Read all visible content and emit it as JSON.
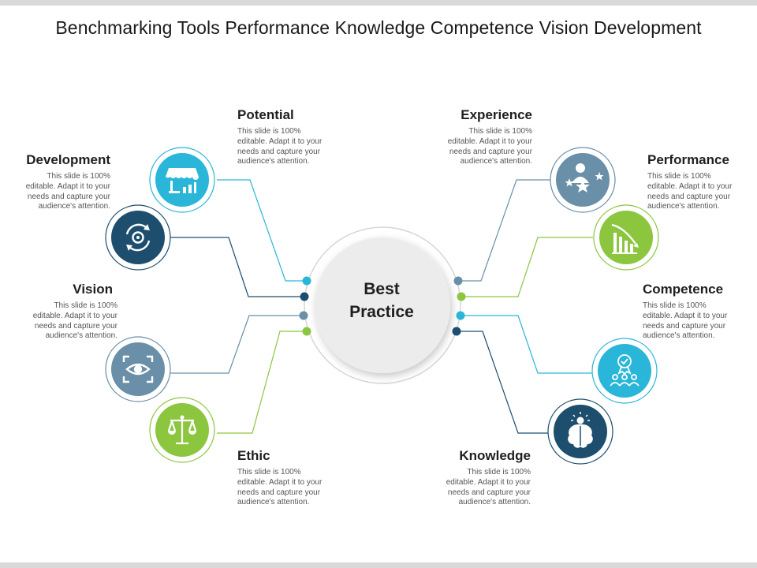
{
  "title": "Benchmarking Tools Performance Knowledge Competence Vision Development",
  "center": {
    "line1": "Best",
    "line2": "Practice"
  },
  "colors": {
    "light_blue": "#29b6d8",
    "navy": "#1d4e6e",
    "slate": "#6a8fa8",
    "green": "#8cc63f"
  },
  "items": {
    "potential": {
      "title": "Potential",
      "desc": [
        "This slide is 100%",
        "editable. Adapt it to your",
        "needs and capture your",
        "audience's attention."
      ],
      "icon": "storefront-icon"
    },
    "development": {
      "title": "Development",
      "desc": [
        "This slide is 100%",
        "editable. Adapt it to your",
        "needs and capture your",
        "audience's attention."
      ],
      "icon": "gear-cycle-icon"
    },
    "vision": {
      "title": "Vision",
      "desc": [
        "This slide is 100%",
        "editable. Adapt it to your",
        "needs and capture your",
        "audience's attention."
      ],
      "icon": "eye-focus-icon"
    },
    "ethic": {
      "title": "Ethic",
      "desc": [
        "This slide is 100%",
        "editable. Adapt it to your",
        "needs and capture your",
        "audience's attention."
      ],
      "icon": "scales-icon"
    },
    "experience": {
      "title": "Experience",
      "desc": [
        "This slide is 100%",
        "editable. Adapt it to your",
        "needs and capture your",
        "audience's attention."
      ],
      "icon": "person-stars-icon"
    },
    "performance": {
      "title": "Performance",
      "desc": [
        "This slide is 100%",
        "editable. Adapt it to your",
        "needs and capture your",
        "audience's attention."
      ],
      "icon": "bar-chart-down-icon"
    },
    "competence": {
      "title": "Competence",
      "desc": [
        "This slide is 100%",
        "editable. Adapt it to your",
        "needs and capture your",
        "audience's attention."
      ],
      "icon": "award-team-icon"
    },
    "knowledge": {
      "title": "Knowledge",
      "desc": [
        "This slide is 100%",
        "editable. Adapt it to your",
        "needs and capture your",
        "audience's attention."
      ],
      "icon": "brain-idea-icon"
    }
  }
}
